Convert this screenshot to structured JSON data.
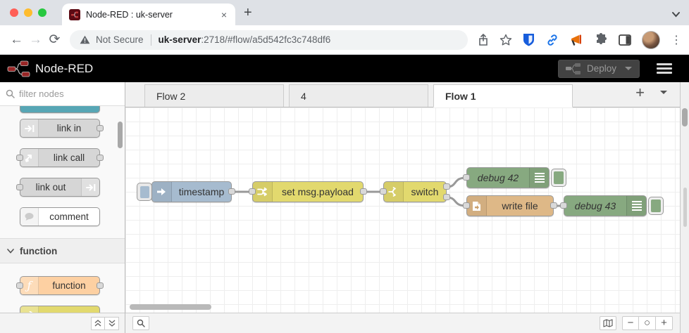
{
  "browser": {
    "tab_title": "Node-RED : uk-server",
    "close_tab": "×",
    "new_tab": "+",
    "back": "←",
    "forward": "→",
    "reload": "⟳",
    "security_label": "Not Secure",
    "url_host": "uk-server",
    "url_rest": ":2718/#flow/a5d542fc3c748df6",
    "kebab": "⋮"
  },
  "header": {
    "app_title": "Node-RED",
    "deploy_label": "Deploy"
  },
  "palette": {
    "filter_placeholder": "filter nodes",
    "items": [
      {
        "label": "link in"
      },
      {
        "label": "link call"
      },
      {
        "label": "link out"
      },
      {
        "label": "comment"
      }
    ],
    "section_function_label": "function",
    "function_item_label": "function"
  },
  "tabs": [
    {
      "label": "Flow 2",
      "active": false
    },
    {
      "label": "4",
      "active": false
    },
    {
      "label": "Flow 1",
      "active": true
    }
  ],
  "tabbar": {
    "add": "+"
  },
  "flow": {
    "nodes": [
      {
        "label": "timestamp",
        "type": "inject",
        "color": "#a6bbcf"
      },
      {
        "label": "set msg.payload",
        "type": "change",
        "color": "#e2d96e"
      },
      {
        "label": "switch",
        "type": "switch",
        "color": "#e2d96e"
      },
      {
        "label": "debug 42",
        "type": "debug",
        "color": "#87a980"
      },
      {
        "label": "write file",
        "type": "file",
        "color": "#deb887"
      },
      {
        "label": "debug 43",
        "type": "debug",
        "color": "#87a980"
      }
    ]
  },
  "footer": {
    "zoom_out": "−",
    "zoom_reset": "○",
    "zoom_in": "+"
  },
  "colors": {
    "nr_red": "#8f2a2a",
    "header_bg": "#000000",
    "inject": "#a6bbcf",
    "change": "#e2d96e",
    "switch": "#e2d96e",
    "debug": "#87a980",
    "file": "#deb887",
    "wire": "#999999",
    "teal_partial_node": "#57a6b5",
    "function_node": "#fdd0a2"
  }
}
